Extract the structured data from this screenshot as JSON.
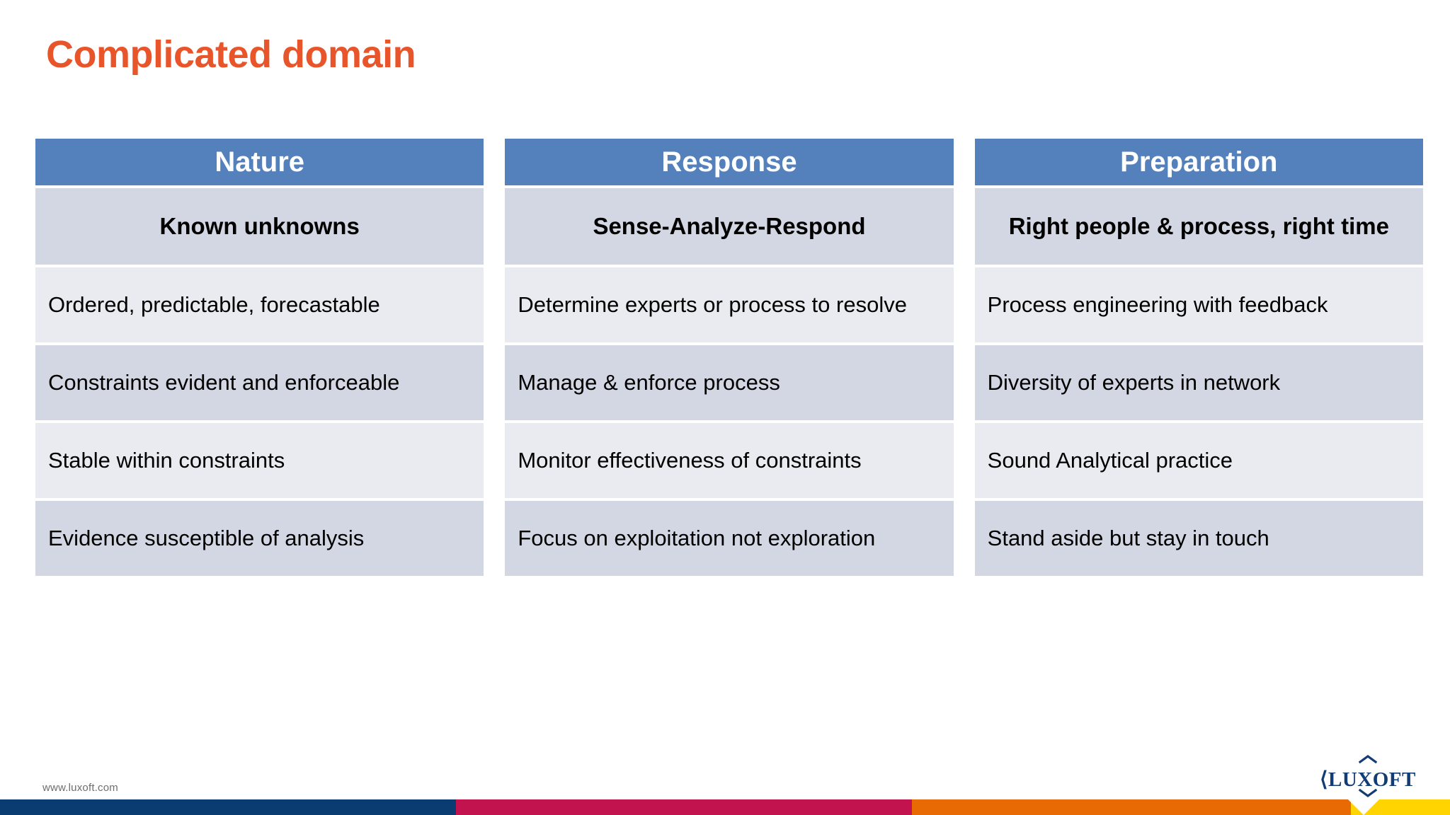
{
  "slide": {
    "title": "Complicated domain",
    "title_color": "#E8552A",
    "background_color": "#FFFFFF"
  },
  "matrix": {
    "header_bg": "#5480BC",
    "header_text_color": "#FFFFFF",
    "subheader_bg": "#D2D7E3",
    "band_light": "#E9EBF1",
    "band_dark": "#D2D7E3",
    "columns": [
      {
        "header": "Nature",
        "subheader": "Known unknowns",
        "items": [
          "Ordered, predictable, forecastable",
          "Constraints evident and enforceable",
          "Stable within constraints",
          "Evidence susceptible of analysis"
        ]
      },
      {
        "header": "Response",
        "subheader": "Sense-Analyze-Respond",
        "items": [
          "Determine experts or process to resolve",
          "Manage & enforce process",
          "Monitor effectiveness of constraints",
          "Focus on exploitation not exploration"
        ]
      },
      {
        "header": "Preparation",
        "subheader": "Right people & process, right time",
        "items": [
          "Process engineering with feedback",
          "Diversity of experts in network",
          "Sound Analytical practice",
          "Stand aside but stay in touch"
        ]
      }
    ]
  },
  "footer": {
    "url": "www.luxoft.com",
    "url_color": "#6E6E6E",
    "logo_wordmark": "LUXOFT",
    "logo_color": "#123C74",
    "bar_colors": {
      "blue": "#0B3C71",
      "crimson": "#C2134F",
      "orange": "#E86A05",
      "yellow": "#FFD400"
    }
  }
}
